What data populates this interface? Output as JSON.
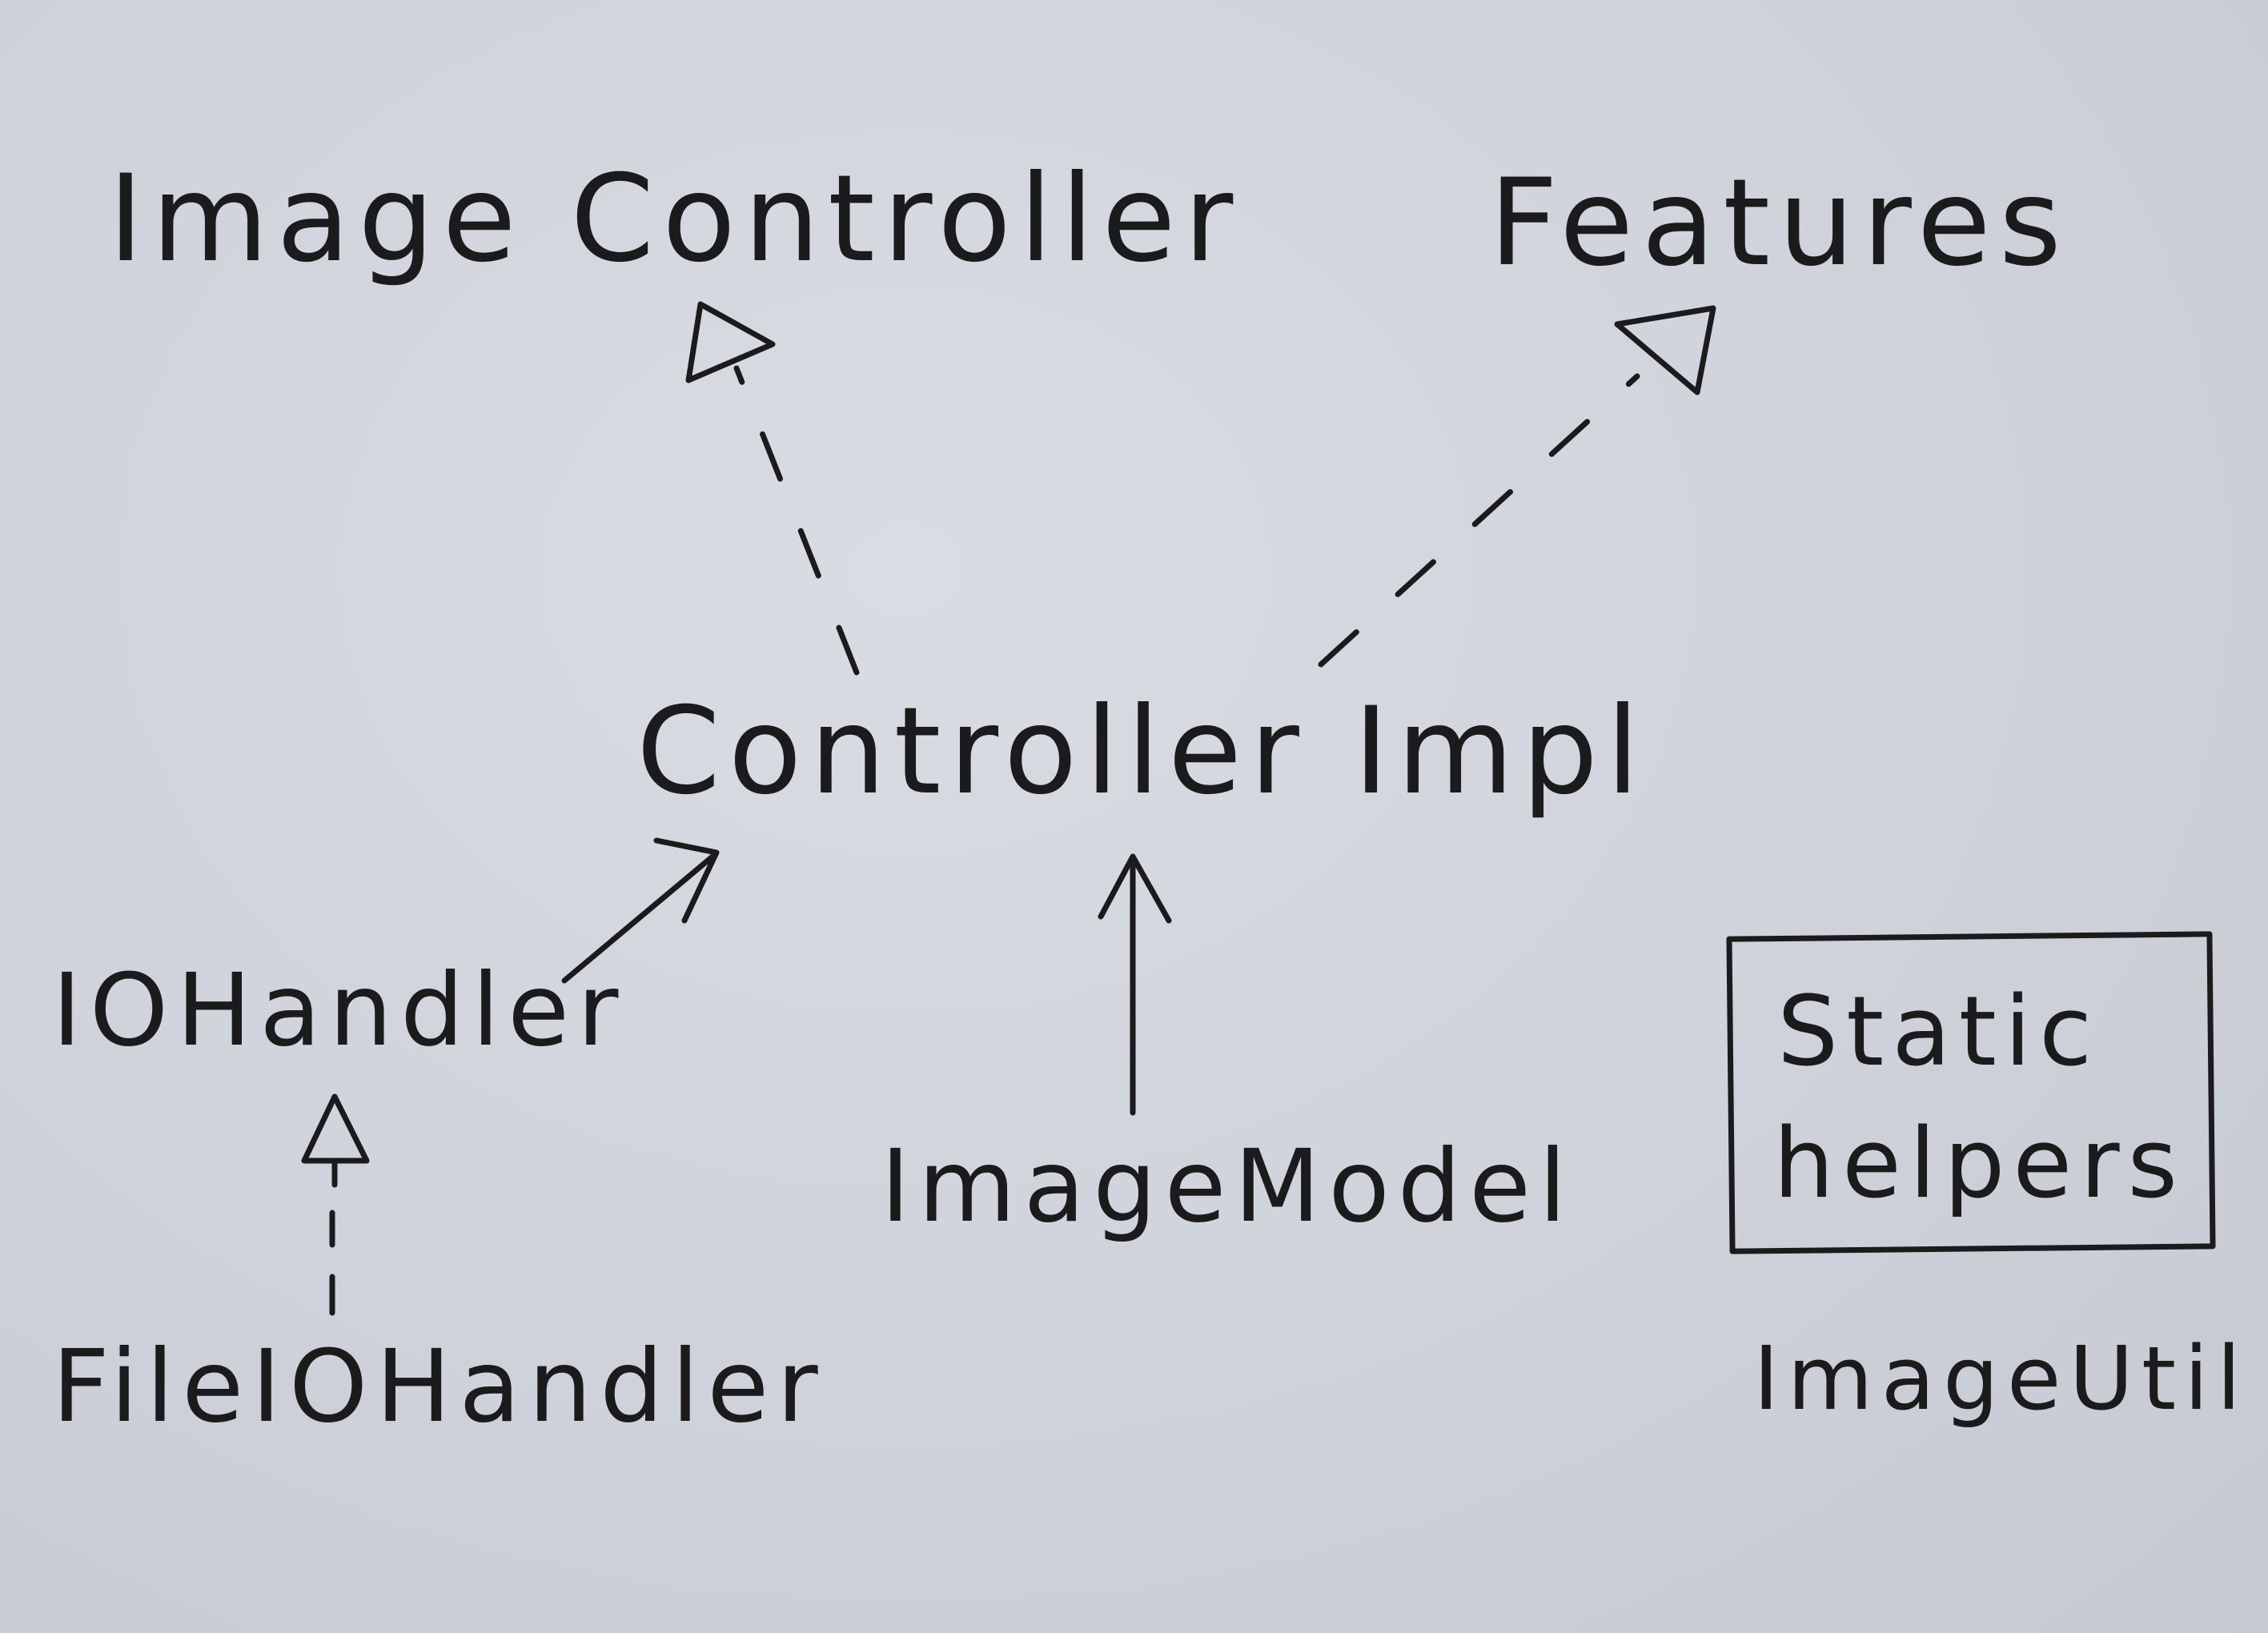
{
  "diagram": {
    "nodes": {
      "image_controller": "Image Controller",
      "features": "Features",
      "controller_impl": "Controller Impl",
      "io_handler": "IOHandler",
      "image_model": "ImageModel",
      "file_io_handler": "FileIOHandler",
      "static_helpers_line1": "Static",
      "static_helpers_line2": "helpers",
      "image_util": "ImageUtil"
    },
    "edges": [
      {
        "from": "Controller Impl",
        "to": "Image Controller",
        "style": "dashed",
        "head": "hollow-triangle"
      },
      {
        "from": "Controller Impl",
        "to": "Features",
        "style": "dashed",
        "head": "hollow-triangle"
      },
      {
        "from": "IOHandler",
        "to": "Controller Impl",
        "style": "solid",
        "head": "open-arrow"
      },
      {
        "from": "ImageModel",
        "to": "Controller Impl",
        "style": "solid",
        "head": "open-arrow"
      },
      {
        "from": "FileIOHandler",
        "to": "IOHandler",
        "style": "dashed",
        "head": "hollow-triangle"
      }
    ],
    "colors": {
      "ink": "#1b1b1d",
      "paper": "#d4d7de"
    }
  }
}
